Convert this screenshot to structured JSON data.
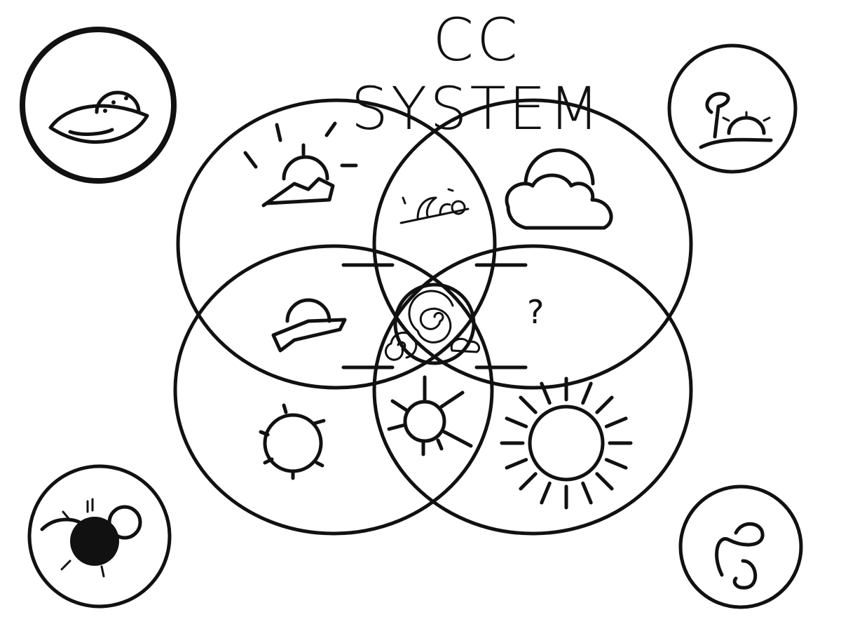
{
  "diagram": {
    "title": "CC SYSTEM",
    "type": "four-circle venn diagram with hand-drawn weather icons",
    "unknown_region_label": "?",
    "regions": [
      {
        "position": "top-left",
        "icon": "sun-behind-cloud-icon"
      },
      {
        "position": "top-overlap",
        "icon": "wave-sun-icon"
      },
      {
        "position": "top-right",
        "icon": "sun-cloud-icon"
      },
      {
        "position": "left-overlap",
        "icon": "half-sun-cloud-icon"
      },
      {
        "position": "center",
        "icon": "spiral-cluster-icon"
      },
      {
        "position": "right-overlap",
        "icon": "question-mark"
      },
      {
        "position": "bottom-left",
        "icon": "small-sun-icon"
      },
      {
        "position": "bottom-overlap",
        "icon": "medium-sun-icon"
      },
      {
        "position": "bottom-right",
        "icon": "large-sun-icon"
      }
    ],
    "corners": [
      {
        "position": "top-left",
        "icon": "leaf-sun-icon"
      },
      {
        "position": "top-right",
        "icon": "figure-sun-icon"
      },
      {
        "position": "bottom-left",
        "icon": "eclipse-icon"
      },
      {
        "position": "bottom-right",
        "icon": "swirl-icon"
      }
    ],
    "stroke_color": "#111111",
    "background_color": "#ffffff"
  }
}
